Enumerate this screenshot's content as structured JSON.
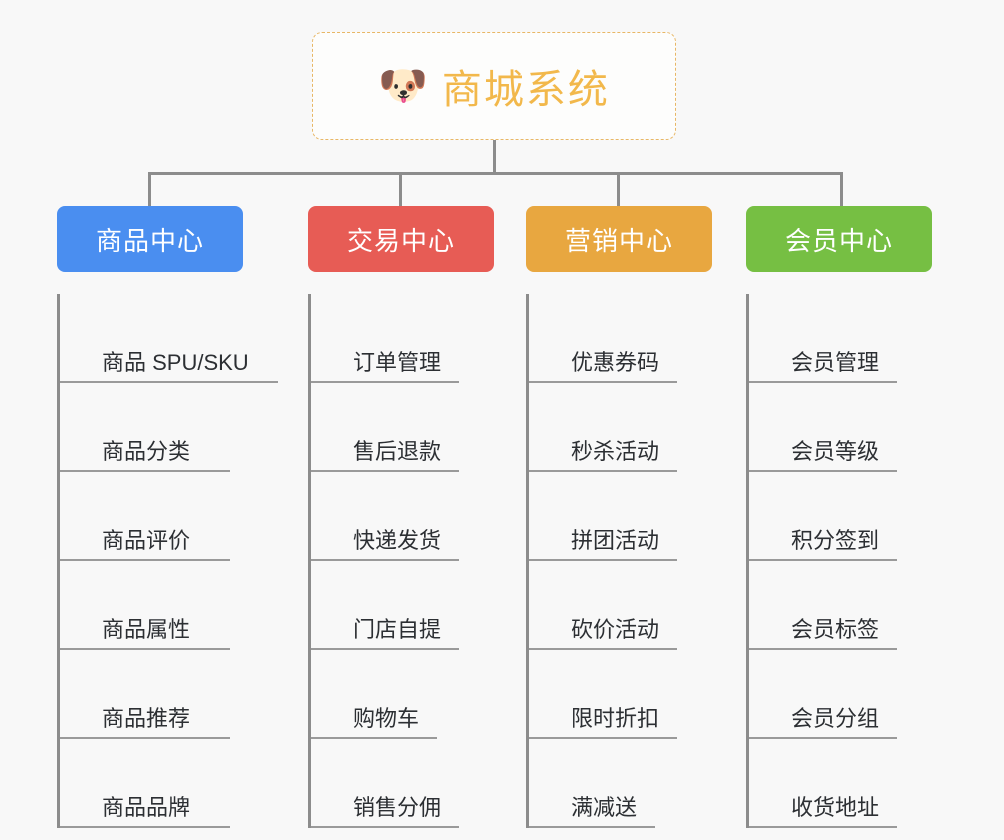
{
  "diagram": {
    "background_color": "#f8f8f8",
    "connector_color": "#8c8c8c",
    "root": {
      "title": "商城系统",
      "icon": "shiba-dog-emoji",
      "emoji": "🐶",
      "text_color": "#f2b84b",
      "border_color": "#e8b766"
    },
    "branches": [
      {
        "label": "商品中心",
        "color": "#4a8ef0",
        "items": [
          {
            "label": "商品 SPU/SKU",
            "width": "w-xl"
          },
          {
            "label": "商品分类",
            "width": "w-lg"
          },
          {
            "label": "商品评价",
            "width": "w-lg"
          },
          {
            "label": "商品属性",
            "width": "w-lg"
          },
          {
            "label": "商品推荐",
            "width": "w-lg"
          },
          {
            "label": "商品品牌",
            "width": "w-lg"
          }
        ]
      },
      {
        "label": "交易中心",
        "color": "#e75c55",
        "items": [
          {
            "label": "订单管理",
            "width": "w-md"
          },
          {
            "label": "售后退款",
            "width": "w-md"
          },
          {
            "label": "快递发货",
            "width": "w-md"
          },
          {
            "label": "门店自提",
            "width": "w-md"
          },
          {
            "label": "购物车",
            "width": "w-sm"
          },
          {
            "label": "销售分佣",
            "width": "w-md"
          }
        ]
      },
      {
        "label": "营销中心",
        "color": "#e8a740",
        "items": [
          {
            "label": "优惠券码",
            "width": "w-md"
          },
          {
            "label": "秒杀活动",
            "width": "w-md"
          },
          {
            "label": "拼团活动",
            "width": "w-md"
          },
          {
            "label": "砍价活动",
            "width": "w-md"
          },
          {
            "label": "限时折扣",
            "width": "w-md"
          },
          {
            "label": "满减送",
            "width": "w-sm"
          }
        ]
      },
      {
        "label": "会员中心",
        "color": "#76bf43",
        "items": [
          {
            "label": "会员管理",
            "width": "w-md"
          },
          {
            "label": "会员等级",
            "width": "w-md"
          },
          {
            "label": "积分签到",
            "width": "w-md"
          },
          {
            "label": "会员标签",
            "width": "w-md"
          },
          {
            "label": "会员分组",
            "width": "w-md"
          },
          {
            "label": "收货地址",
            "width": "w-md"
          }
        ]
      }
    ]
  }
}
